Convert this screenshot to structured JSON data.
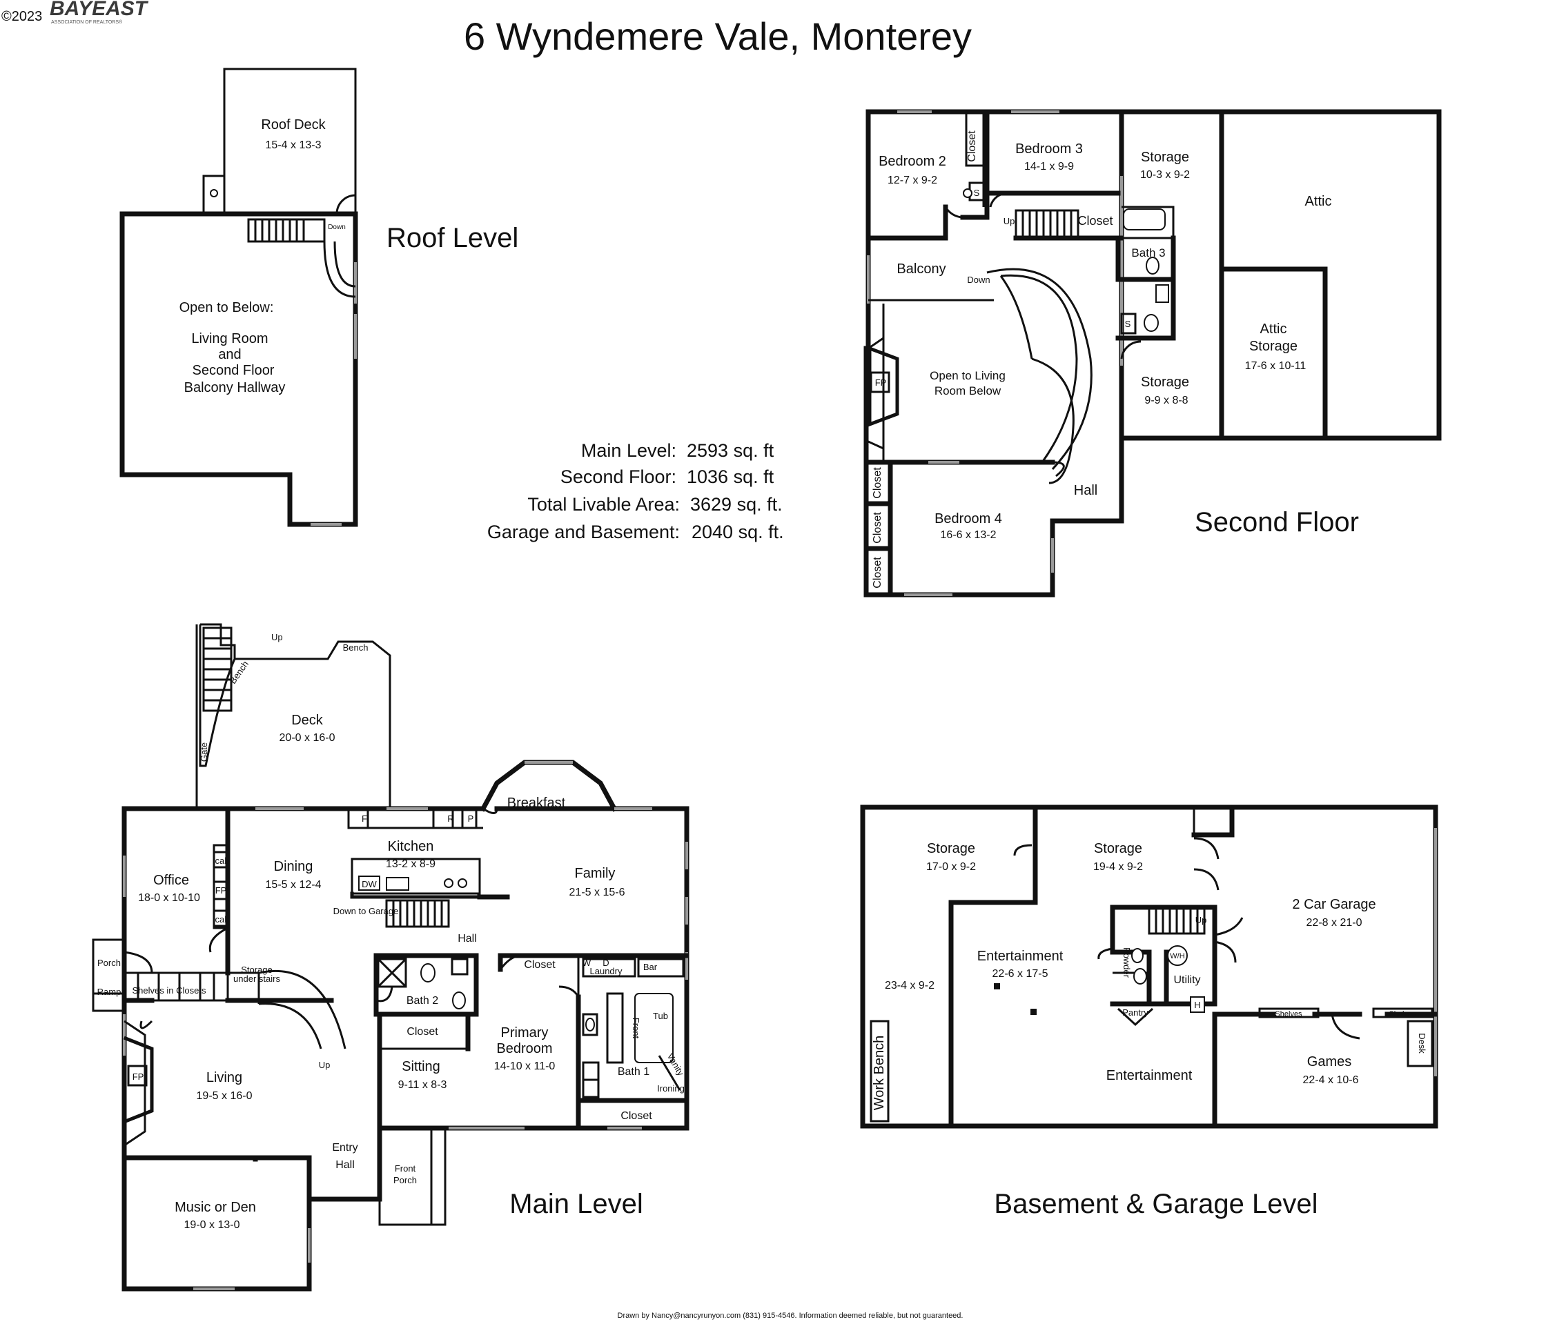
{
  "copyright": "©2023",
  "logo": {
    "text": "BAYEAST",
    "subtext": "ASSOCIATION OF REALTORS®"
  },
  "title": "6 Wyndemere Vale, Monterey",
  "levels": {
    "roof": "Roof Level",
    "second": "Second Floor",
    "main": "Main Level",
    "basement": "Basement & Garage Level"
  },
  "areas": {
    "main": {
      "label": "Main Level:",
      "value": "2593 sq. ft"
    },
    "second": {
      "label": "Second Floor:",
      "value": "1036 sq. ft"
    },
    "total": {
      "label": "Total Livable Area:",
      "value": "3629 sq. ft."
    },
    "garage": {
      "label": "Garage and Basement:",
      "value": "2040 sq. ft."
    }
  },
  "roof": {
    "roof_deck": {
      "name": "Roof Deck",
      "dim": "15-4 x 13-3"
    },
    "down": "Down",
    "open_below": [
      "Open to Below:",
      "Living Room",
      "and",
      "Second Floor",
      "Balcony Hallway"
    ]
  },
  "second": {
    "bedroom2": {
      "name": "Bedroom 2",
      "dim": "12-7 x 9-2"
    },
    "closet_a": "Closet",
    "bedroom3": {
      "name": "Bedroom 3",
      "dim": "14-1 x 9-9"
    },
    "s1": "S",
    "up": "Up",
    "closet_b": "Closet",
    "storage1": {
      "name": "Storage",
      "dim": "10-3 x 9-2"
    },
    "attic": "Attic",
    "bath3": "Bath 3",
    "balcony": "Balcony",
    "down": "Down",
    "s2": "S",
    "attic_storage": {
      "name1": "Attic",
      "name2": "Storage",
      "dim": "17-6 x 10-11"
    },
    "fp": "FP",
    "open_living": [
      "Open to Living",
      "Room Below"
    ],
    "storage2": {
      "name": "Storage",
      "dim": "9-9 x 8-8"
    },
    "hall": "Hall",
    "closets": [
      "Closet",
      "Closet",
      "Closet"
    ],
    "bedroom4": {
      "name": "Bedroom 4",
      "dim": "16-6 x 13-2"
    }
  },
  "main": {
    "up": "Up",
    "bench1": "Bench",
    "bench2": "Bench",
    "deck": {
      "name": "Deck",
      "dim": "20-0 x 16-0"
    },
    "gate": "Gate",
    "breakfast": "Breakfast",
    "f": "F",
    "r": "R",
    "p": "P",
    "kitchen": {
      "name": "Kitchen",
      "dim": "13-2 x 8-9"
    },
    "office": {
      "name": "Office",
      "dim": "18-0 x 10-10"
    },
    "cab1": "cab",
    "fp1": "FP",
    "cab2": "cab",
    "dining": {
      "name": "Dining",
      "dim": "15-5 x 12-4"
    },
    "dw": "DW",
    "family": {
      "name": "Family",
      "dim": "21-5 x 15-6"
    },
    "down_garage": "Down to Garage",
    "hall": "Hall",
    "porch": "Porch",
    "ramp": "Ramp",
    "shelves_closets": "Shelves in Closets",
    "storage_stairs": [
      "Storage",
      "under stairs"
    ],
    "bath2": "Bath 2",
    "closet1": "Closet",
    "w": "W",
    "d": "D",
    "laundry": "Laundry",
    "bar": "Bar",
    "tub": "Tub",
    "front": "Front",
    "closet2": "Closet",
    "primary": {
      "name1": "Primary",
      "name2": "Bedroom",
      "dim": "14-10 x 11-0"
    },
    "sitting": {
      "name": "Sitting",
      "dim": "9-11 x 8-3"
    },
    "bath1": "Bath 1",
    "vanity": "Vanity",
    "ironing": "Ironing",
    "closet3": "Closet",
    "fp2": "FP",
    "living": {
      "name": "Living",
      "dim": "19-5 x 16-0"
    },
    "up2": "Up",
    "entry": [
      "Entry",
      "Hall"
    ],
    "front_porch": [
      "Front",
      "Porch"
    ],
    "music": {
      "name": "Music or Den",
      "dim": "19-0 x 13-0"
    }
  },
  "basement": {
    "storage1": {
      "name": "Storage",
      "dim": "17-0 x 9-2"
    },
    "storage2": {
      "name": "Storage",
      "dim": "19-4 x 9-2"
    },
    "garage": {
      "name": "2 Car Garage",
      "dim": "22-8 x 21-0"
    },
    "up": "Up",
    "wh": "W/H",
    "powder": "Powder",
    "utility": "Utility",
    "h": "H",
    "pantry": "Pantry",
    "entertainment1": {
      "name": "Entertainment",
      "dim": "22-6 x 17-5"
    },
    "side_dim": "23-4 x 9-2",
    "shelves1": "Shelves",
    "shelves2": "Shelves",
    "desk": "Desk",
    "work_bench": "Work Bench",
    "entertainment2": "Entertainment",
    "games": {
      "name": "Games",
      "dim": "22-4 x 10-6"
    }
  },
  "credit": "Drawn by Nancy@nancyrunyon.com (831) 915-4546.  Information deemed reliable, but not guaranteed."
}
